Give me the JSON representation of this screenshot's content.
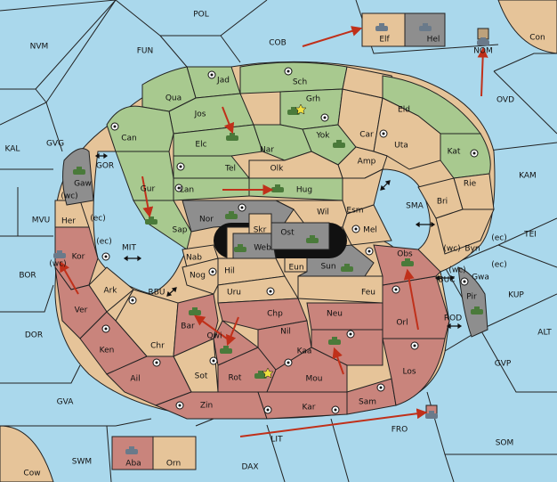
{
  "colors": {
    "sea": "#aad8ec",
    "power_green": "#a8c98f",
    "neutral_tan": "#e6c499",
    "power_red": "#c9847c",
    "impassable_grey": "#8e8e8e",
    "order_arrow": "#c0301a"
  },
  "sea_labels": [
    "POL",
    "NVM",
    "FUN",
    "COB",
    "Con",
    "NOM",
    "OVD",
    "KAL",
    "GVG",
    "GOR",
    "KAM",
    "MVU",
    "SMA",
    "TEI",
    "BOR",
    "MIT",
    "RBU",
    "BUC",
    "KUP",
    "DOR",
    "ROD",
    "ALT",
    "GVP",
    "GVA",
    "FRO",
    "SOM",
    "LIT",
    "SWM",
    "DAX",
    "Cow"
  ],
  "coast_labels": [
    "(wc)",
    "(ec)",
    "(ec)",
    "(wc)",
    "(wc)",
    "(ec)",
    "(wc)",
    "(ec)"
  ],
  "land_labels": [
    "Jad",
    "Sch",
    "Qua",
    "Grh",
    "Jos",
    "Eld",
    "Can",
    "Yok",
    "Car",
    "Elc",
    "Nar",
    "Uta",
    "Kat",
    "Tel",
    "Olk",
    "Amp",
    "Gaw",
    "Gur",
    "Lan",
    "Hug",
    "Rie",
    "Bri",
    "Wil",
    "Esm",
    "Her",
    "Nor",
    "Skr",
    "Ost",
    "Mel",
    "Sap",
    "Web",
    "Byn",
    "Kor",
    "Nab",
    "Obs",
    "Gwa",
    "Hil",
    "Eun",
    "Sun",
    "Ark",
    "Nog",
    "Pir",
    "Uru",
    "Feu",
    "Ver",
    "Chp",
    "Neu",
    "Orl",
    "Bar",
    "Qwi",
    "Ken",
    "Nil",
    "Chr",
    "Kaa",
    "Los",
    "Sot",
    "Rot",
    "Ail",
    "Mou",
    "Zin",
    "Kar",
    "Sam",
    "Elf",
    "Hel",
    "Aba",
    "Orn"
  ]
}
